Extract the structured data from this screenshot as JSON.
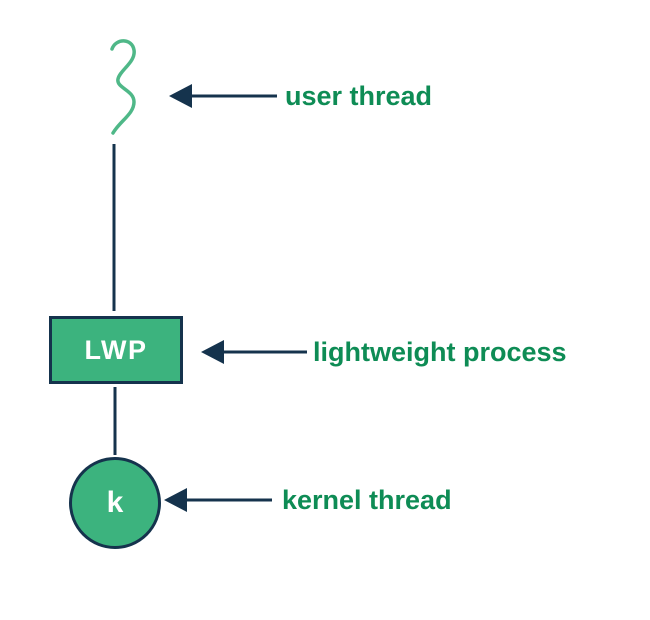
{
  "colors": {
    "background": "#ffffff",
    "node_fill": "#3cb37e",
    "outline_navy": "#15334d",
    "label_green": "#0e8c55",
    "squiggle_green": "#4fb888",
    "node_text": "#ffffff"
  },
  "nodes": {
    "lwp": {
      "label": "LWP"
    },
    "kernel_thread": {
      "label": "k"
    }
  },
  "annotations": {
    "user_thread": {
      "label": "user thread"
    },
    "lightweight_process": {
      "label": "lightweight process"
    },
    "kernel_thread": {
      "label": "kernel thread"
    }
  },
  "icons": {
    "user_thread_icon": "squiggle-thread-icon",
    "arrow_icon": "left-arrow-icon"
  }
}
